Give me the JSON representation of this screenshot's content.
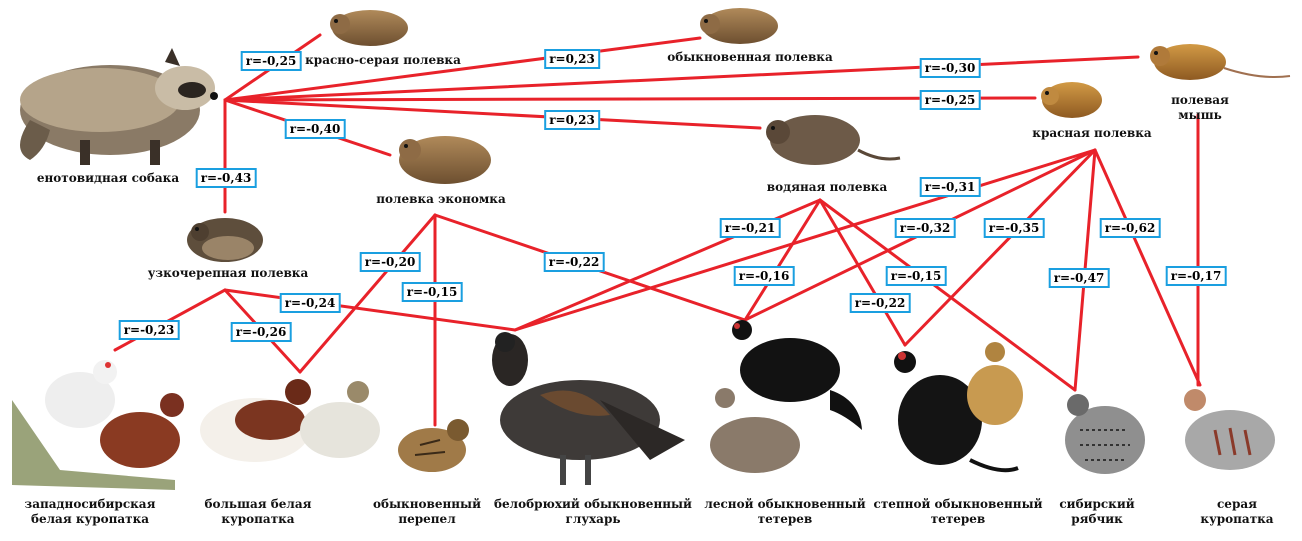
{
  "species": {
    "raccoon_dog": "енотовидная собака",
    "red_gray_vole": "красно-серая полевка",
    "common_vole": "обыкновенная полевка",
    "field_mouse": "полевая мышь",
    "red_vole": "красная полевка",
    "water_vole": "водяная полевка",
    "root_vole": "полевка экономка",
    "narrow_skull_vole": "узкочерепная полевка",
    "ws_ptarmigan": "западносибирская\nбелая куропатка",
    "big_ptarmigan": "большая белая\nкуропатка",
    "quail": "обыкновенный\nперепел",
    "capercaillie": "белобрюхий обыкновенный\nглухарь",
    "forest_grouse": "лесной обыкновенный\nтетерев",
    "steppe_grouse": "степной обыкновенный\nтетерев",
    "hazel_grouse": "сибирский\nрябчик",
    "partridge": "серая\nкуропатка"
  },
  "correlations": [
    {
      "id": "raccoon-redgray",
      "label": "r=-0,25"
    },
    {
      "id": "raccoon-common",
      "label": "r=0,23"
    },
    {
      "id": "raccoon-mouse",
      "label": "r=-0,30"
    },
    {
      "id": "raccoon-redvole",
      "label": "r=-0,25"
    },
    {
      "id": "raccoon-water",
      "label": "r=0,23"
    },
    {
      "id": "raccoon-root",
      "label": "r=-0,40"
    },
    {
      "id": "raccoon-narrow",
      "label": "r=-0,43"
    },
    {
      "id": "narrow-ws",
      "label": "r=-0,23"
    },
    {
      "id": "narrow-big",
      "label": "r=-0,26"
    },
    {
      "id": "narrow-caper",
      "label": "r=-0,24"
    },
    {
      "id": "root-big",
      "label": "r=-0,20"
    },
    {
      "id": "root-quail",
      "label": "r=-0,15"
    },
    {
      "id": "root-forest",
      "label": "r=-0,22"
    },
    {
      "id": "water-caper",
      "label": "r=-0,21"
    },
    {
      "id": "water-forest",
      "label": "r=-0,16"
    },
    {
      "id": "water-steppe",
      "label": "r=-0,22"
    },
    {
      "id": "water-hazel",
      "label": "r=-0,15"
    },
    {
      "id": "redvole-caper",
      "label": "r=-0,31"
    },
    {
      "id": "redvole-forest",
      "label": "r=-0,32"
    },
    {
      "id": "redvole-steppe",
      "label": "r=-0,35"
    },
    {
      "id": "redvole-hazel",
      "label": "r=-0,47"
    },
    {
      "id": "redvole-partridge",
      "label": "r=-0,62"
    },
    {
      "id": "mouse-partridge",
      "label": "r=-0,17"
    }
  ],
  "colors": {
    "line": "#e8222a",
    "box_border": "#1a9fe0"
  }
}
